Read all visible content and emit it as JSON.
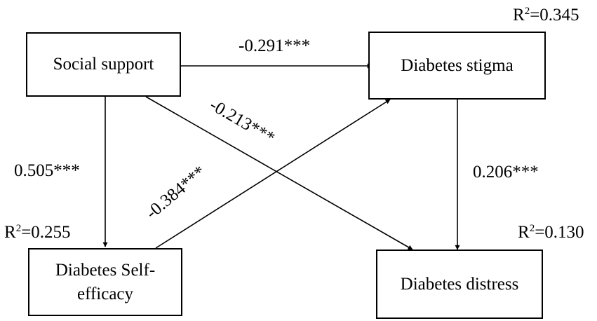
{
  "nodes": {
    "social_support": "Social support",
    "diabetes_stigma": "Diabetes stigma",
    "self_efficacy_line1": "Diabetes Self-",
    "self_efficacy_line2": "efficacy",
    "diabetes_distress": "Diabetes distress"
  },
  "paths": {
    "support_to_stigma": "-0.291***",
    "support_to_distress": "-0.213***",
    "support_to_self_efficacy": "0.505***",
    "self_efficacy_to_stigma": "-0.384***",
    "stigma_to_distress": "0.206***"
  },
  "r_squared": {
    "symbol": "R",
    "superscript": "2",
    "stigma": "=0.345",
    "self_efficacy": "=0.255",
    "distress": "=0.130"
  },
  "colors": {
    "stroke": "#000000",
    "background": "#ffffff"
  }
}
